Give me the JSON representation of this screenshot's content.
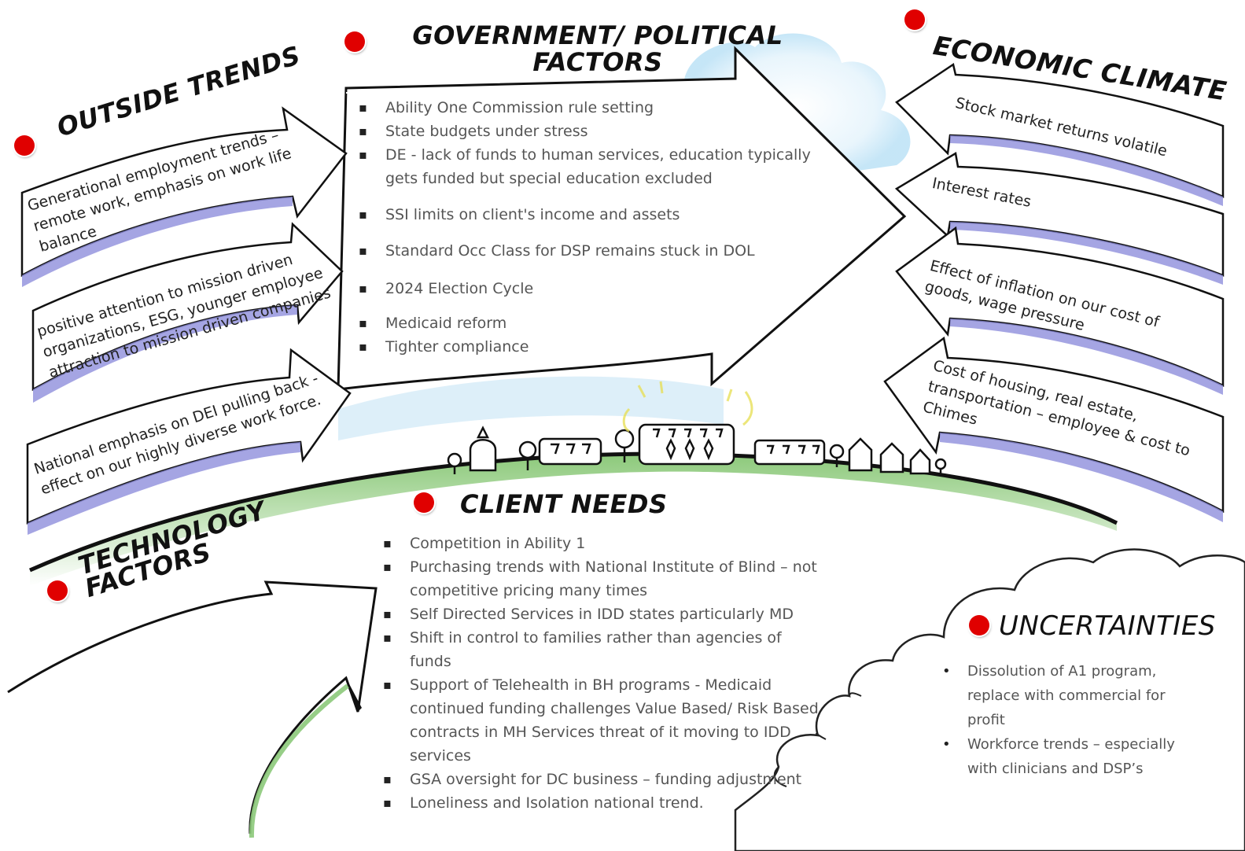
{
  "colors": {
    "bullet_dot": "#e00000",
    "hill_green": "#7fbf6a",
    "arrow_shadow": "#8f8fdc",
    "sky_blue": "#bfe3f6"
  },
  "government": {
    "title": "GOVERNMENT/ POLITICAL FACTORS",
    "items": [
      "Ability One Commission rule setting",
      "State budgets under stress",
      "DE - lack of funds to human services, education typically gets funded but special education excluded",
      "SSI limits on client's income and assets",
      "Standard Occ Class for DSP remains stuck in DOL",
      "2024 Election Cycle",
      "Medicaid reform",
      "Tighter compliance"
    ]
  },
  "outside_trends": {
    "title": "OUTSIDE TRENDS",
    "arrows": [
      "Generational employment trends – remote work, emphasis on work life balance",
      "positive attention to mission driven organizations, ESG, younger employee attraction to mission driven companies",
      "National emphasis on DEI pulling back - effect on our highly diverse work force."
    ]
  },
  "economic_climate": {
    "title": "ECONOMIC CLIMATE",
    "arrows": [
      "Stock market returns volatile",
      "Interest rates",
      "Effect of inflation on our cost of goods, wage pressure",
      "Cost of housing, real estate, transportation – employee & cost to Chimes"
    ]
  },
  "technology": {
    "title": "TECHNOLOGY FACTORS"
  },
  "client_needs": {
    "title": "CLIENT NEEDS",
    "items": [
      "Competition in Ability 1",
      "Purchasing trends with National Institute of Blind – not competitive pricing many times",
      "Self Directed Services in IDD states particularly MD",
      "Shift in control to families rather than agencies of funds",
      "Support of Telehealth in BH programs - Medicaid continued funding challenges Value Based/ Risk Based contracts in MH Services threat of it moving to IDD services",
      "GSA oversight for DC business – funding adjustment",
      "Loneliness and Isolation national trend."
    ]
  },
  "uncertainties": {
    "title": "UNCERTAINTIES",
    "items": [
      "Dissolution of A1 program, replace with commercial for profit",
      "Workforce trends – especially with clinicians and DSP’s"
    ]
  }
}
